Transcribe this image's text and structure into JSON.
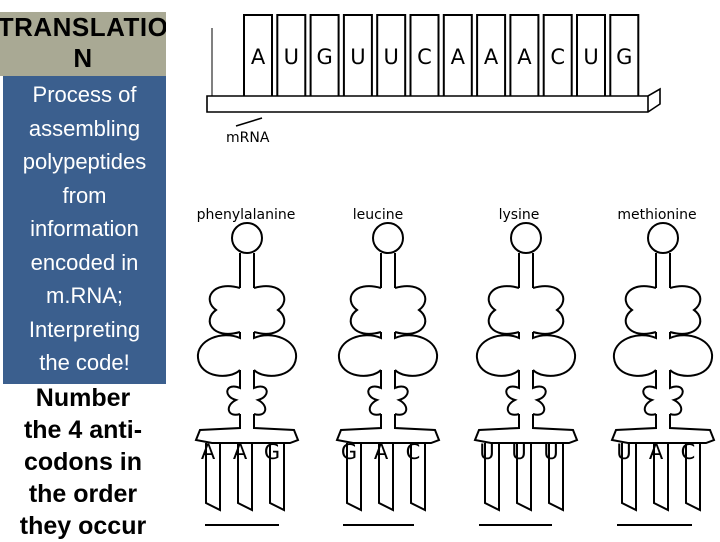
{
  "title": "TRANSLATIO N",
  "definition_lines": [
    "Process of",
    "assembling",
    "polypeptides",
    "from",
    "information",
    "encoded in",
    "m.RNA;",
    "Interpreting",
    "the code!"
  ],
  "instruction_lines": [
    "Number",
    "the 4 anti-",
    "codons in",
    "the order",
    "they occur"
  ],
  "mrna": {
    "label": "mRNA",
    "bases": [
      "A",
      "U",
      "G",
      "U",
      "U",
      "C",
      "A",
      "A",
      "A",
      "C",
      "U",
      "G"
    ]
  },
  "trnas": [
    {
      "amino_acid": "phenylalanine",
      "anticodon": [
        "A",
        "A",
        "G"
      ]
    },
    {
      "amino_acid": "leucine",
      "anticodon": [
        "G",
        "A",
        "C"
      ]
    },
    {
      "amino_acid": "lysine",
      "anticodon": [
        "U",
        "U",
        "U"
      ]
    },
    {
      "amino_acid": "methionine",
      "anticodon": [
        "U",
        "A",
        "C"
      ]
    }
  ]
}
